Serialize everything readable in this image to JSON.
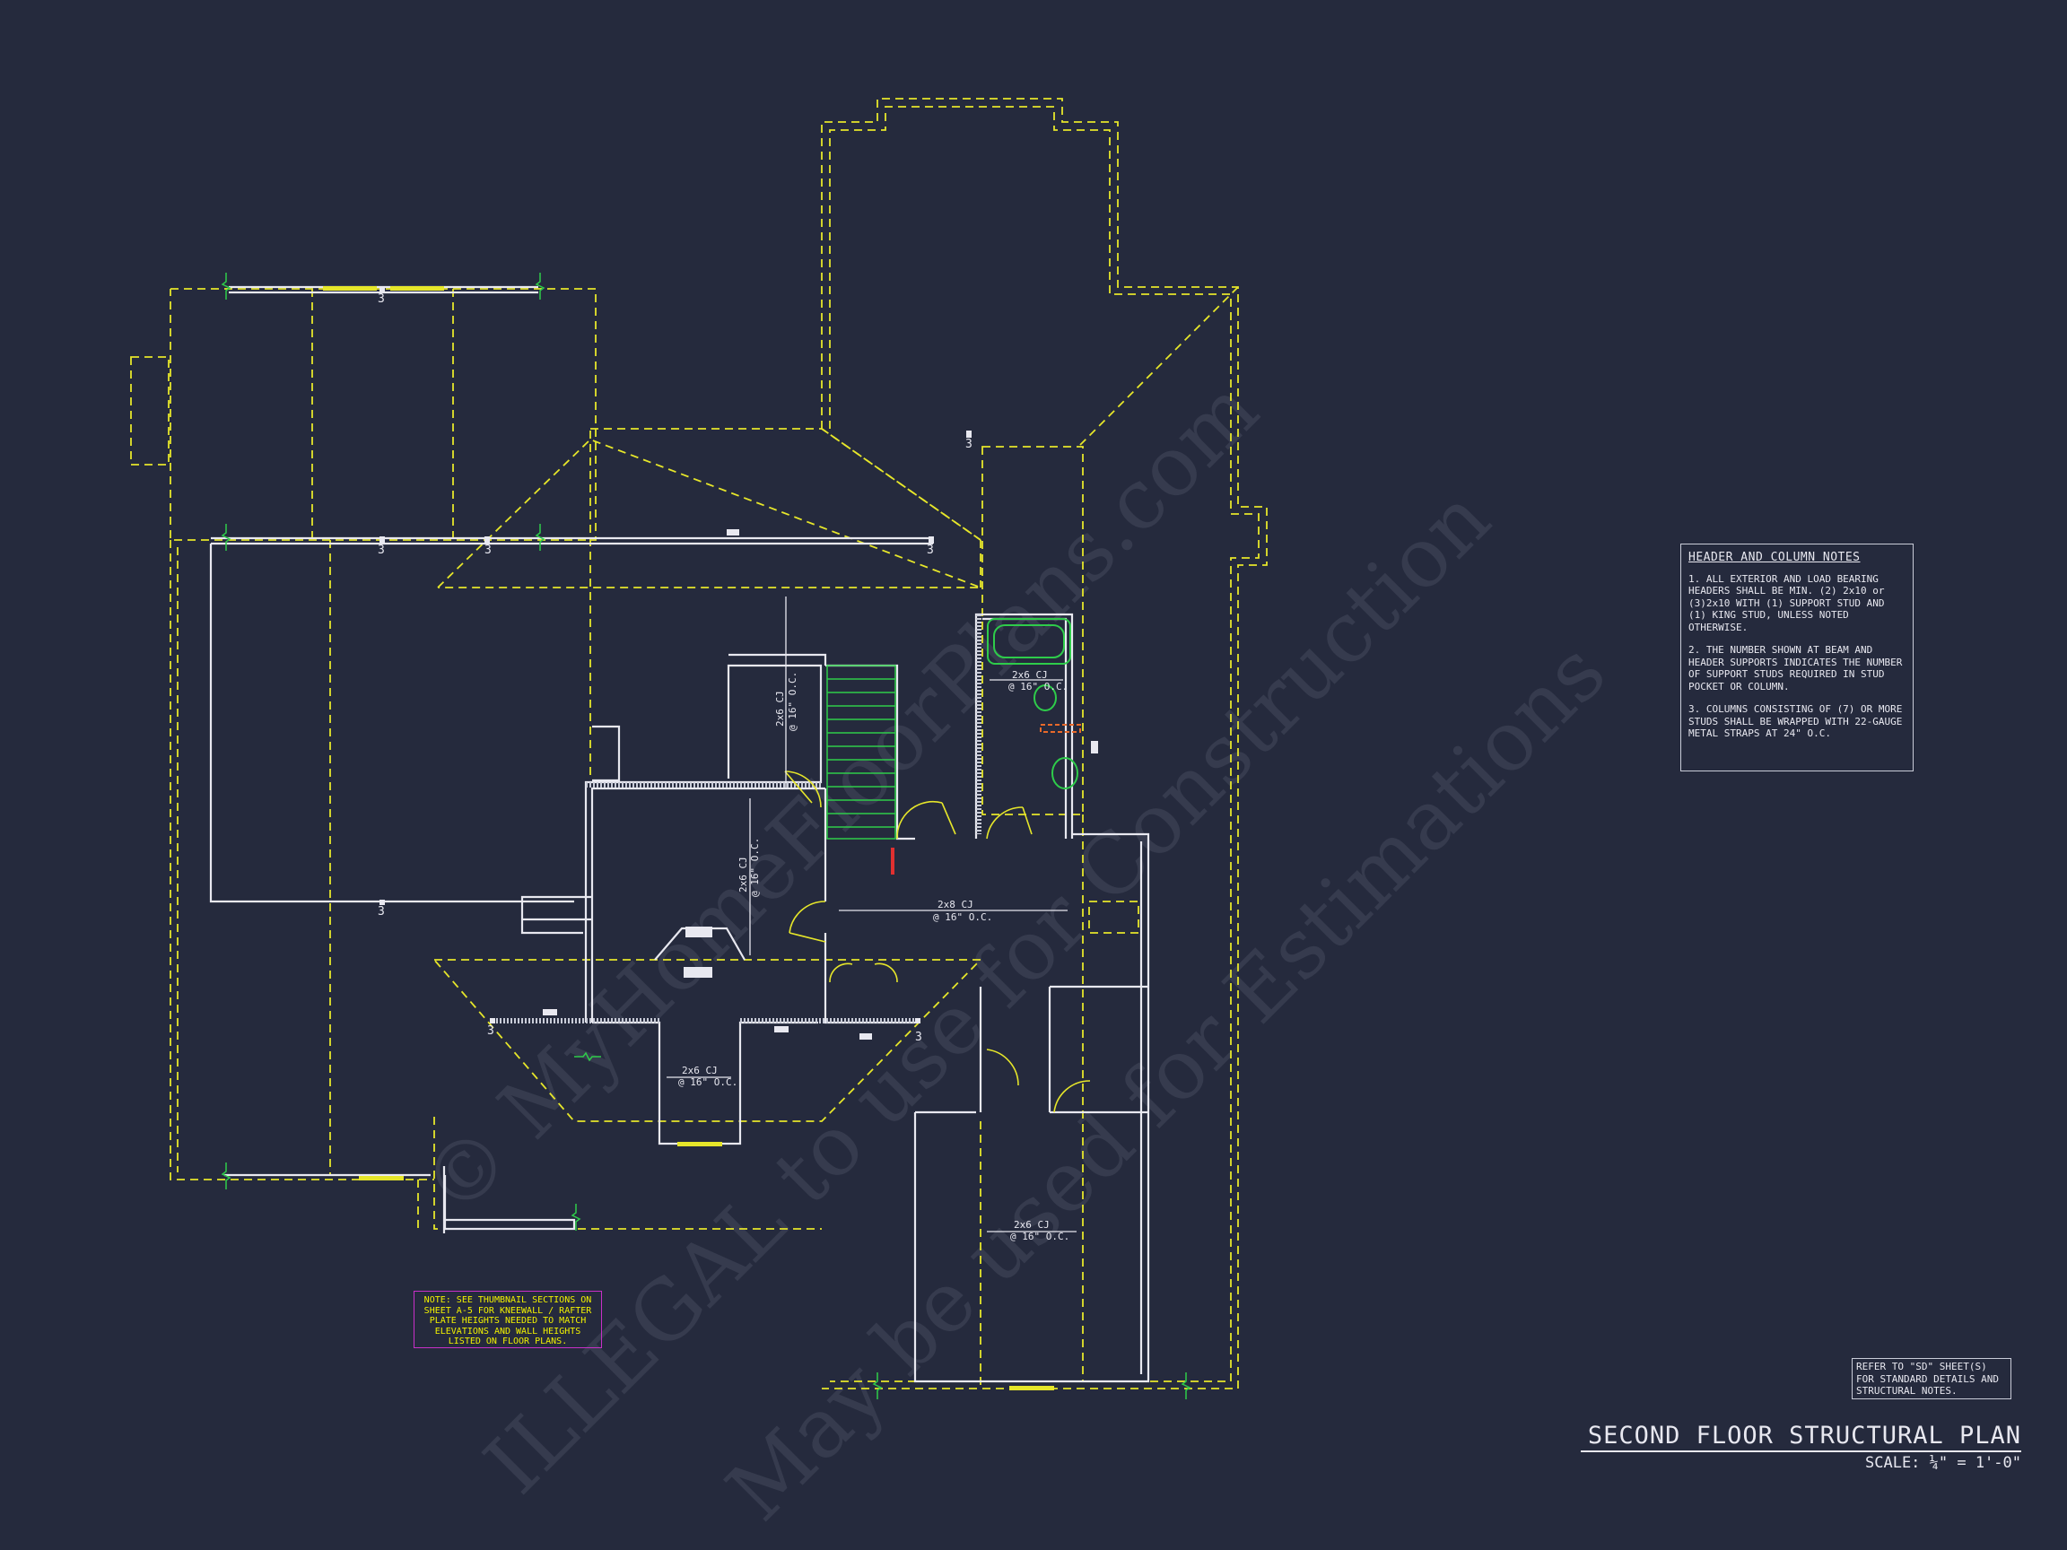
{
  "drawing": {
    "title": "SECOND FLOOR STRUCTURAL PLAN",
    "scale": "SCALE: ¼\" = 1'-0\""
  },
  "header_notes": {
    "heading": "HEADER AND COLUMN NOTES",
    "items": [
      "1. ALL EXTERIOR AND LOAD BEARING HEADERS SHALL BE MIN. (2) 2x10 or (3)2x10 WITH (1) SUPPORT STUD AND (1) KING STUD, UNLESS NOTED OTHERWISE.",
      "2. THE NUMBER SHOWN AT BEAM AND HEADER SUPPORTS INDICATES THE NUMBER OF SUPPORT STUDS REQUIRED IN STUD POCKET OR COLUMN.",
      "3. COLUMNS CONSISTING OF (7) OR MORE STUDS SHALL BE WRAPPED WITH 22-GAUGE METAL STRAPS AT 24\" O.C."
    ]
  },
  "refer_note": "REFER TO \"SD\" SHEET(S) FOR STANDARD DETAILS AND STRUCTURAL NOTES.",
  "kneewall_note": "NOTE: SEE THUMBNAIL SECTIONS ON SHEET A-5 FOR KNEEWALL / RAFTER PLATE HEIGHTS NEEDED TO MATCH ELEVATIONS AND WALL HEIGHTS LISTED ON FLOOR PLANS.",
  "joist_labels": {
    "cj_2x6": "2x6 CJ",
    "cj_2x8": "2x8 CJ",
    "spacing": "@ 16\" O.C."
  },
  "stud_count": "3",
  "watermark": {
    "line1": "© MyHomeFloorPlans.com",
    "line2": "ILLEGAL to use for Construction",
    "line3": "May be used for Estimations"
  },
  "colors": {
    "background": "#252a3d",
    "wall": "#e8e8f0",
    "dashed": "#e6e62a",
    "stair": "#2ecc4a",
    "note_border": "#c830c8"
  }
}
